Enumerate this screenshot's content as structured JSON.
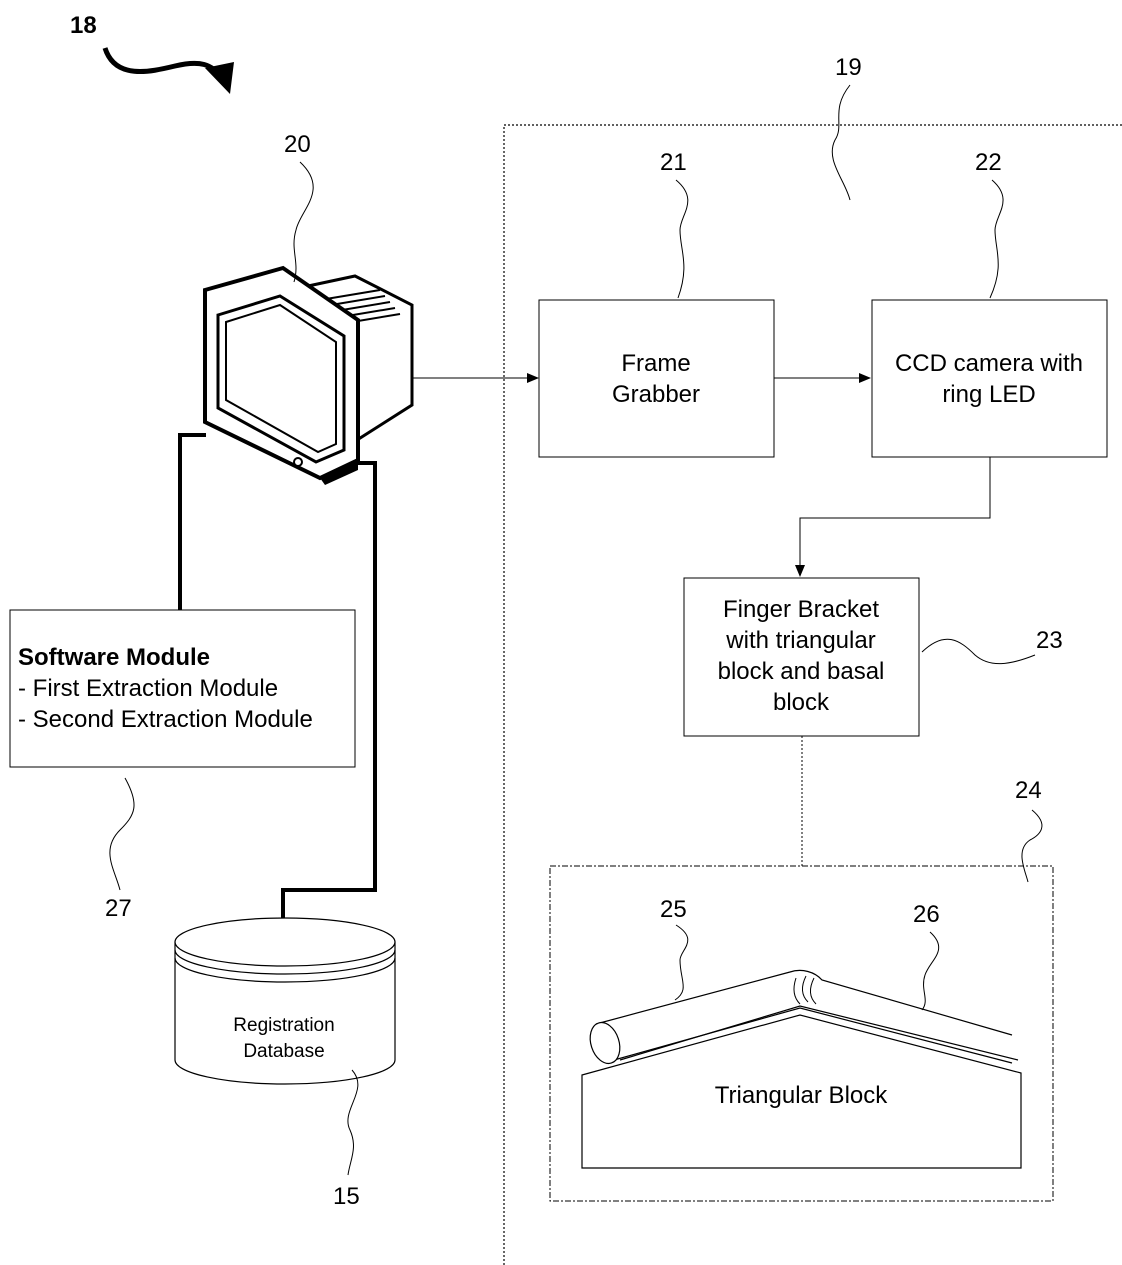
{
  "figure": {
    "ref_numeral": "18"
  },
  "references": {
    "r19": "19",
    "r20": "20",
    "r21": "21",
    "r22": "22",
    "r23": "23",
    "r24": "24",
    "r25": "25",
    "r26": "26",
    "r27": "27",
    "r15": "15"
  },
  "boxes": {
    "frame_grabber": {
      "line1": "Frame",
      "line2": "Grabber"
    },
    "ccd_camera": {
      "line1": "CCD camera with",
      "line2": "ring LED"
    },
    "finger_bracket": {
      "line1": "Finger Bracket",
      "line2": "with triangular",
      "line3": "block and basal",
      "line4": "block"
    },
    "software_module": {
      "title": "Software Module",
      "item1": "- First Extraction Module",
      "item2": "- Second Extraction Module"
    },
    "triangular_block": {
      "label": "Triangular Block"
    }
  },
  "database": {
    "line1": "Registration",
    "line2": "Database"
  },
  "icons": {
    "computer": "computer-monitor-icon",
    "database": "database-cylinder-icon"
  },
  "colors": {
    "line": "#000000",
    "background": "#ffffff"
  }
}
